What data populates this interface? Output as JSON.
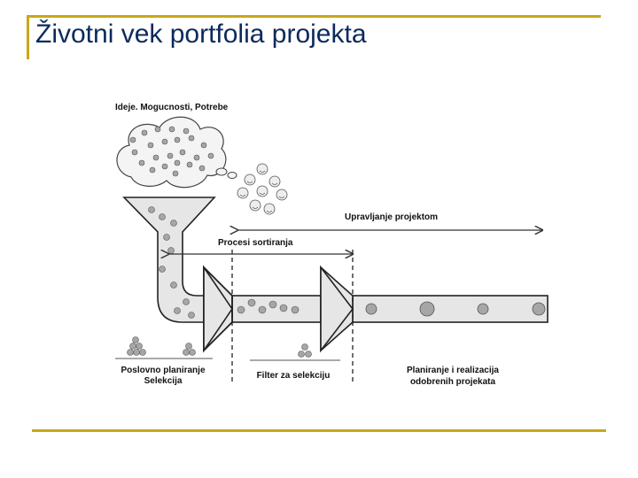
{
  "slide": {
    "title": "Životni vek portfolia projekta"
  },
  "diagram": {
    "ideas_label": "Ideje. Mogucnosti, Potrebe",
    "project_management_label": "Upravljanje projektom",
    "sorting_process_label": "Procesi sortiranja",
    "business_planning_label": "Poslovno planiranje",
    "selection_label": "Selekcija",
    "selection_filter_label": "Filter za selekciju",
    "realization_label_line1": "Planiranje i realizacija",
    "realization_label_line2": "odobrenih projekata"
  },
  "colors": {
    "accent_rule": "#c8a818",
    "title": "#0b2a5c",
    "pipe_fill": "#e6e6e6",
    "pipe_stroke": "#222222",
    "ball_fill": "#a6a6a6",
    "smiley_fill": "#eeeeee"
  }
}
